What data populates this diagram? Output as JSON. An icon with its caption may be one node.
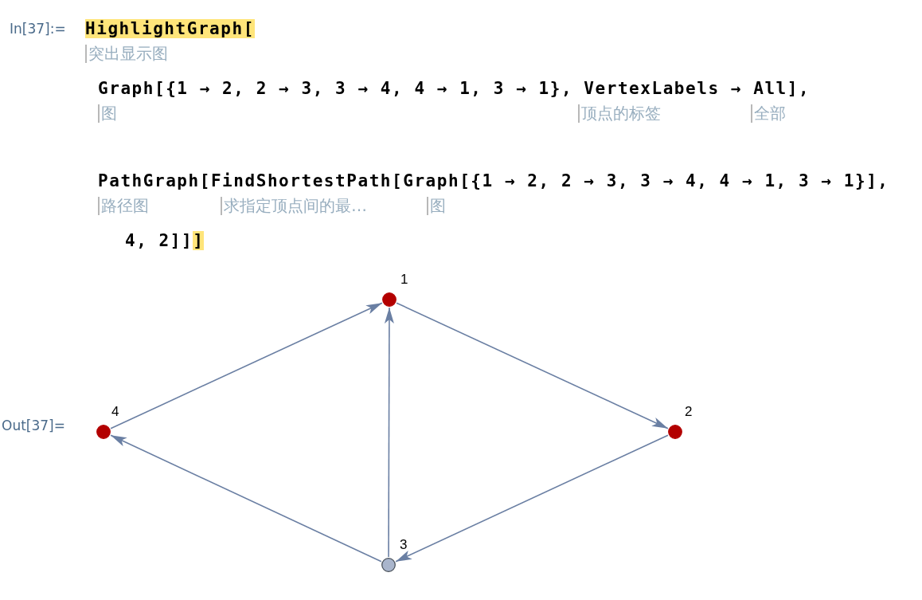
{
  "diagram": {
    "nodes": [
      {
        "text": [],
        "shape": "circle",
        "beside": [
          "4"
        ]
      },
      {
        "text": [],
        "shape": "circle",
        "beside": [
          "1"
        ]
      },
      {
        "text": [],
        "shape": "circle",
        "beside": [
          "3"
        ]
      },
      {
        "text": [],
        "shape": "circle",
        "beside": [
          "2"
        ]
      }
    ],
    "edges": [
      {
        "from": 1,
        "to": 3,
        "arrow": "to"
      },
      {
        "from": 3,
        "to": 2,
        "arrow": "to"
      },
      {
        "from": 2,
        "to": 0,
        "arrow": "to"
      },
      {
        "from": 0,
        "to": 1,
        "arrow": "to"
      },
      {
        "from": 2,
        "to": 1,
        "arrow": "to"
      }
    ],
    "labels": [
      "In[37]:=",
      "HighlightGraph[",
      "突出显示图",
      "Graph[{1 → 2, 2 → 3, 3 → 4, 4 → 1, 3 → 1}, VertexLabels → All],",
      "图",
      "顶点的标签",
      "全部",
      "PathGraph[FindShortestPath[Graph[{1 → 2, 2 → 3, 3 → 4, 4 → 1, 3 → 1}],",
      "路径图",
      "求指定顶点间的最…",
      "图",
      "4, 2]]]",
      "Out[37]="
    ]
  }
}
